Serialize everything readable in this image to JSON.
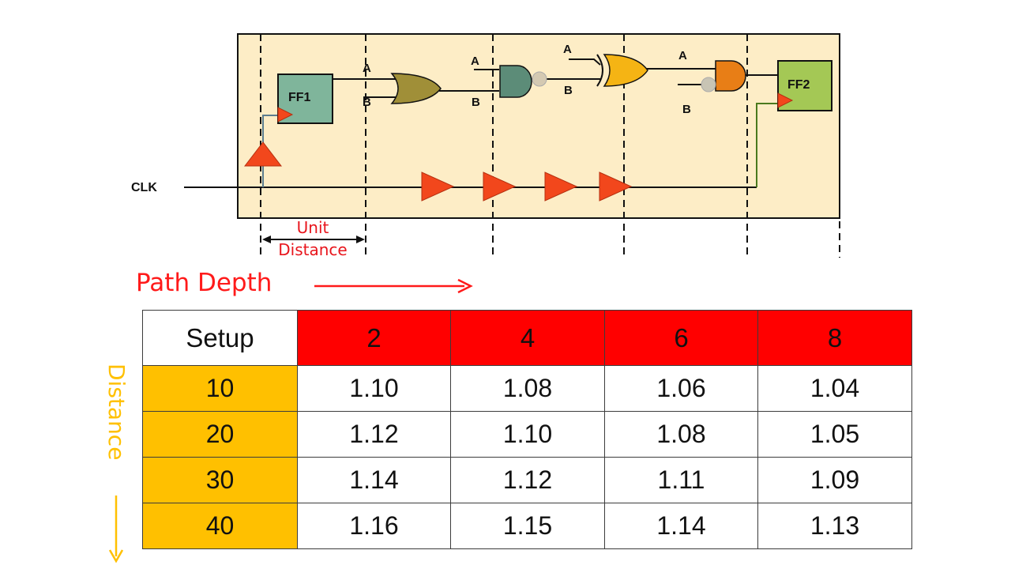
{
  "diagram": {
    "ff1_label": "FF1",
    "ff2_label": "FF2",
    "clk_label": "CLK",
    "input_a": "A",
    "input_b": "B",
    "unit_label_1": "Unit",
    "unit_label_2": "Distance"
  },
  "path_depth_label": "Path Depth",
  "distance_label": "Distance",
  "table": {
    "corner": "Setup",
    "columns": [
      "2",
      "4",
      "6",
      "8"
    ],
    "rows": [
      {
        "distance": "10",
        "values": [
          "1.10",
          "1.08",
          "1.06",
          "1.04"
        ]
      },
      {
        "distance": "20",
        "values": [
          "1.12",
          "1.10",
          "1.08",
          "1.05"
        ]
      },
      {
        "distance": "30",
        "values": [
          "1.14",
          "1.12",
          "1.11",
          "1.09"
        ]
      },
      {
        "distance": "40",
        "values": [
          "1.16",
          "1.15",
          "1.14",
          "1.13"
        ]
      }
    ]
  },
  "colors": {
    "panel": "#fdedc6",
    "header": "#ff0000",
    "row_header": "#ffc000",
    "path_depth": "#ff1a1a",
    "distance": "#ffc000"
  }
}
